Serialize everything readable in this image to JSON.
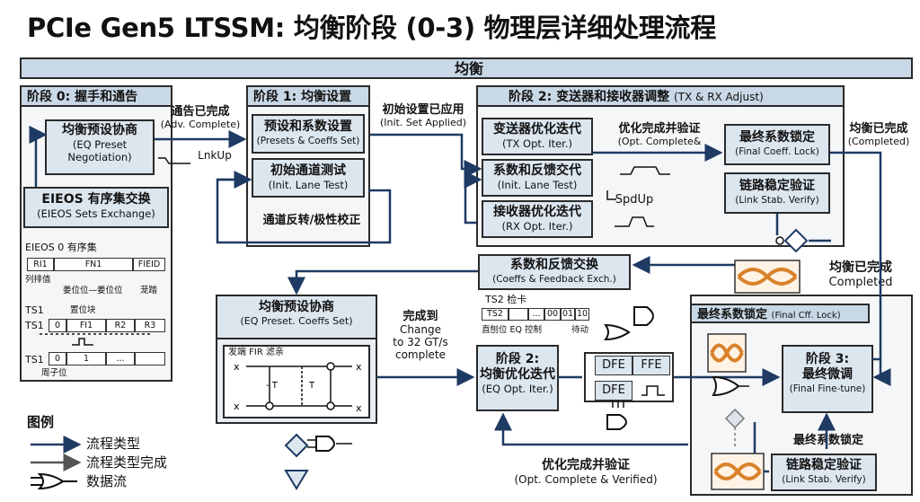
{
  "title": "PCIe Gen5 LTSSM: 均衡阶段 (0-3) 物理层详细处理流程",
  "top_banner": "均衡",
  "phase0": {
    "header": "阶段 0: 握手和通告",
    "preset_box": {
      "cn": "均衡预设协商",
      "en1": "(EQ Preset",
      "en2": "Negotiation)"
    },
    "eieos_box": {
      "cn": "EIEOS 有序集交换",
      "en": "(EIEOS Sets Exchange)"
    },
    "eieos_set_label": "EIEOS 0 有序集",
    "eieos_fields": [
      "RI1",
      "FN1",
      "FIEID"
    ],
    "col_label": "列排值",
    "tone_label": "姜位位—姜位位",
    "tail_label": "茏踏",
    "ts1_label": "TS1",
    "pos_label": "置位块",
    "ts1_row1": [
      "0",
      "FI1",
      "R2",
      "R3"
    ],
    "ts1_row2": [
      "0",
      "1",
      "...",
      ""
    ],
    "sub_label": "周子位"
  },
  "phase1": {
    "header": "阶段 1: 均衡设置",
    "presets_box": {
      "cn": "预设和系数设置",
      "en": "(Presets & Coeffs Set)"
    },
    "init_box": {
      "cn": "初始通道测试",
      "en": "(Init. Lane Test)"
    },
    "lane_reverse": "通道反转/极性校正"
  },
  "phase2": {
    "header": "阶段 2: 变送器和接收器调整",
    "header_en": "(TX & RX Adjust)",
    "tx_box": {
      "cn": "变送器优化迭代",
      "en": "(TX Opt. Iter.)"
    },
    "coeff_box": {
      "cn": "系数和反馈交代",
      "en": "(Init. Lane Test)"
    },
    "rx_box": {
      "cn": "接收器优化迭代",
      "en": "(RX Opt. Iter.)"
    },
    "final_lock": {
      "cn": "最终系数锁定",
      "en": "(Final Coeff. Lock)"
    },
    "link_stab": {
      "cn": "链路稳定验证",
      "en": "(Link Stab. Verify)"
    },
    "spdup": "SpdUp"
  },
  "labels": {
    "adv_cn": "通告已完成",
    "adv_en": "(Adv. Complete)",
    "lnkup": "LnkUp",
    "init_cn": "初始设置已应用",
    "init_en": "(Init. Set Applied)",
    "opt_cn": "优化完成并验证",
    "opt_en": "(Opt. Complete&",
    "eq_done_cn": "均衡已完成",
    "eq_done_en": "(Completed)",
    "eq_done2_cn": "均衡已完成",
    "eq_done2_en": "Completed",
    "change_cn": "完成到",
    "change_en1": "Change",
    "change_en2": "to 32 GT/s",
    "change_en3": "complete",
    "opt_bottom_cn": "优化完成并验证",
    "opt_bottom_en": "(Opt. Complete & Verified)",
    "final_lock_cn": "最终系数锁定"
  },
  "coeff_exchange": {
    "cn": "系数和反馈交换",
    "en": "(Coeffs & Feedback Exch.)"
  },
  "ts2": {
    "label": "TS2 检卡",
    "cells": [
      "TS2",
      "",
      "...",
      "00",
      "01",
      "10"
    ],
    "under": "直刨位 EQ 控制",
    "trigger": "待动"
  },
  "preset_lower": {
    "cn": "均衡预设协商",
    "en": "(EQ Preset. Coeffs Set)",
    "fir_label": "发端 FIR 滤亲",
    "xk": "x",
    "tx_label": "- T",
    "tap": "T",
    "xout": "x",
    "xn": "x",
    "xz": "x"
  },
  "phase2b": {
    "header": "阶段 2:",
    "cn": "均衡优化迭代",
    "en": "(EQ Opt. Iter.)"
  },
  "dfe": [
    "DFE",
    "FFE",
    "DFE"
  ],
  "final_panel": {
    "header": "最终系数锁定",
    "header_en": "(Final Cff. Lock)",
    "phase3_a": "阶段 3:",
    "phase3_b": "最终微调",
    "phase3_en": "(Final Fine-tune)",
    "link_cn": "链路稳定验证",
    "link_en": "(Link Stab. Verify)"
  },
  "legend": {
    "title": "图例",
    "items": [
      "流程类型",
      "流程类型完成",
      "数据流"
    ]
  },
  "colors": {
    "navy": "#1f3a63",
    "header": "#c9d8e6",
    "box_blue": "#dce6ef",
    "eye_orange": "#d9822b"
  }
}
